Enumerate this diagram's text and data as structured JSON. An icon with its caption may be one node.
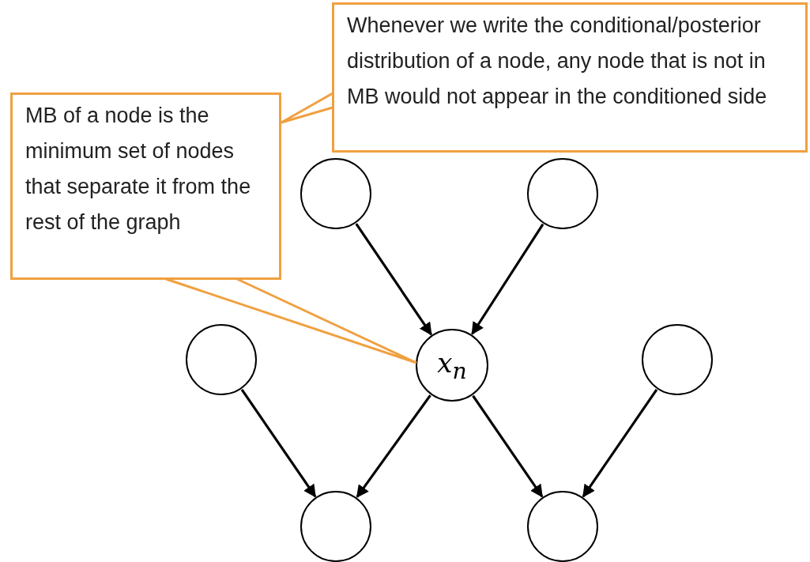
{
  "diagram": {
    "nodes": [
      {
        "text": [
          "Whenever we write the conditional/posterior  distribution of a node, any node that is not in MB would not appear in the conditioned side"
        ]
      },
      {
        "text": [
          "MB of a node is the minimum set of nodes that separate it from the rest of the graph"
        ]
      },
      {
        "text": [],
        "shape": "circle"
      },
      {
        "text": [],
        "shape": "circle"
      },
      {
        "text": [],
        "shape": "circle"
      },
      {
        "text": [
          "x$_{n}$"
        ]
      },
      {
        "text": [],
        "shape": "circle"
      },
      {
        "text": [],
        "shape": "circle"
      },
      {
        "text": [],
        "shape": "circle"
      }
    ],
    "edges": [
      {
        "from": 0,
        "to": 1,
        "arrow": "none",
        "color": "#f0a040"
      },
      {
        "from": 1,
        "to": 5,
        "arrow": "none",
        "color": "#f0a040"
      },
      {
        "from": 2,
        "to": 5,
        "arrow": "to"
      },
      {
        "from": 3,
        "to": 5,
        "arrow": "to"
      },
      {
        "from": 5,
        "to": 7,
        "arrow": "to"
      },
      {
        "from": 5,
        "to": 8,
        "arrow": "to"
      },
      {
        "from": 4,
        "to": 7,
        "arrow": "to"
      },
      {
        "from": 6,
        "to": 8,
        "arrow": "to"
      }
    ]
  }
}
